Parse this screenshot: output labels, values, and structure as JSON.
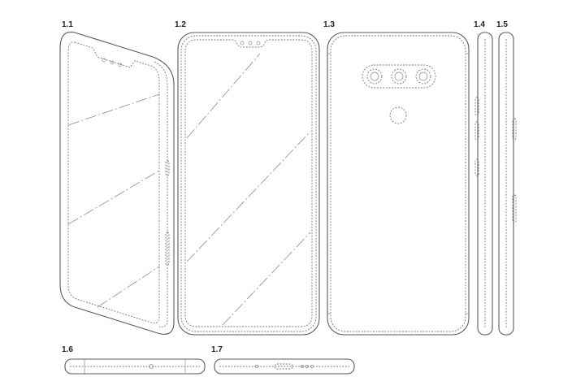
{
  "figures": [
    {
      "id": "1.1",
      "label": "1.1"
    },
    {
      "id": "1.2",
      "label": "1.2"
    },
    {
      "id": "1.3",
      "label": "1.3"
    },
    {
      "id": "1.4",
      "label": "1.4"
    },
    {
      "id": "1.5",
      "label": "1.5"
    },
    {
      "id": "1.6",
      "label": "1.6"
    },
    {
      "id": "1.7",
      "label": "1.7"
    }
  ]
}
